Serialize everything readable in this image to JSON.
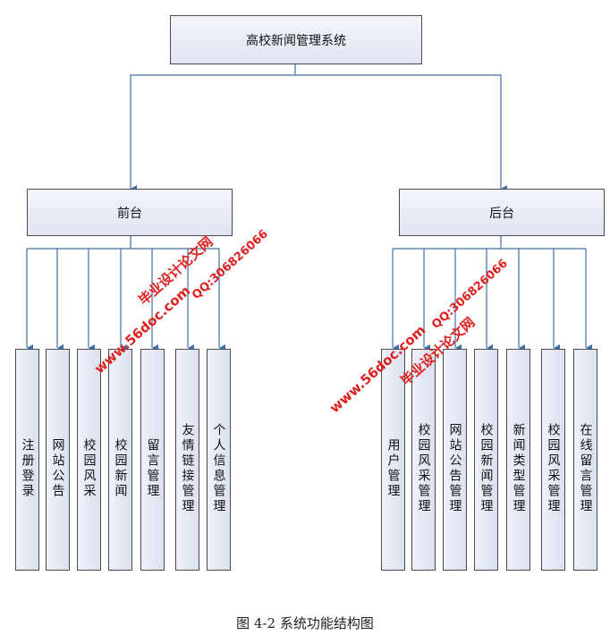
{
  "root": {
    "label": "高校新闻管理系统"
  },
  "front": {
    "label": "前台",
    "children": [
      "注册登录",
      "网站公告",
      "校园风采",
      "校园新闻",
      "留言管理",
      "友情链接管理",
      "个人信息管理"
    ]
  },
  "back": {
    "label": "后台",
    "children": [
      "用户管理",
      "校园风采管理",
      "网站公告管理",
      "校园新闻管理",
      "新闻类型管理",
      "校园风采管理",
      "在线留言管理"
    ]
  },
  "caption": "图 4-2 系统功能结构图",
  "watermark": {
    "site": "www.56doc.com",
    "qq": "QQ:306826066",
    "name": "毕业设计论文网"
  },
  "colors": {
    "line": "#3f6fa8",
    "watermark": "#e02020"
  }
}
